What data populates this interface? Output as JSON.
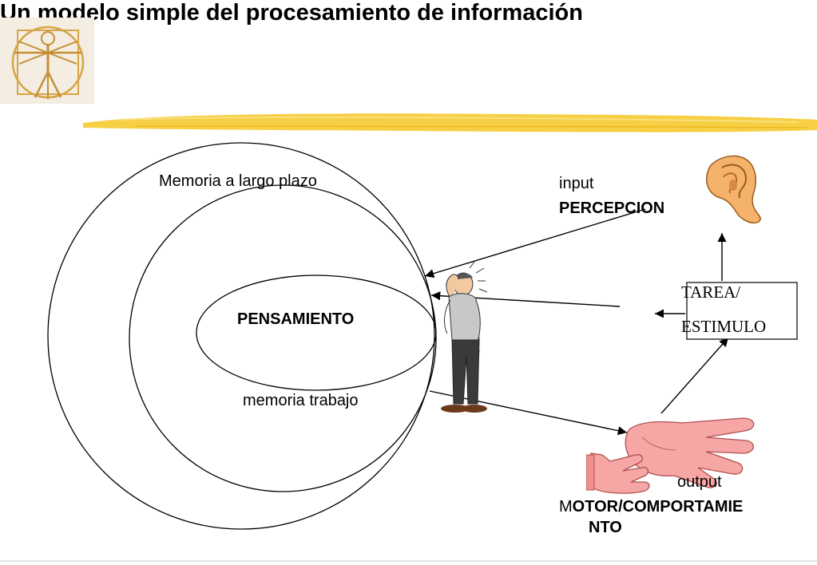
{
  "slide": {
    "title": "Un modelo simple del procesamiento de información"
  },
  "diagram": {
    "long_term_memory": "Memoria a largo plazo",
    "thinking": "PENSAMIENTO",
    "working_memory": "memoria trabajo",
    "input_label": "input",
    "perception": "PERCEPCION",
    "task_line1": "TAREA/",
    "task_line2": "ESTIMULO",
    "output_label": "output",
    "motor_line1_first": "M",
    "motor_line1_rest": "OTOR/COMPORTAMIE",
    "motor_line2": "NTO"
  },
  "colors": {
    "title_bar": "#f5cc3a",
    "skin_ear": "#f5b26b",
    "skin_hand": "#f7a6a6",
    "logo_bg": "#f3ede2",
    "logo_lines": "#d7a446"
  },
  "icons": [
    "vitruvian-logo-icon",
    "ear-icon",
    "thinking-man-icon",
    "hand-icon"
  ]
}
